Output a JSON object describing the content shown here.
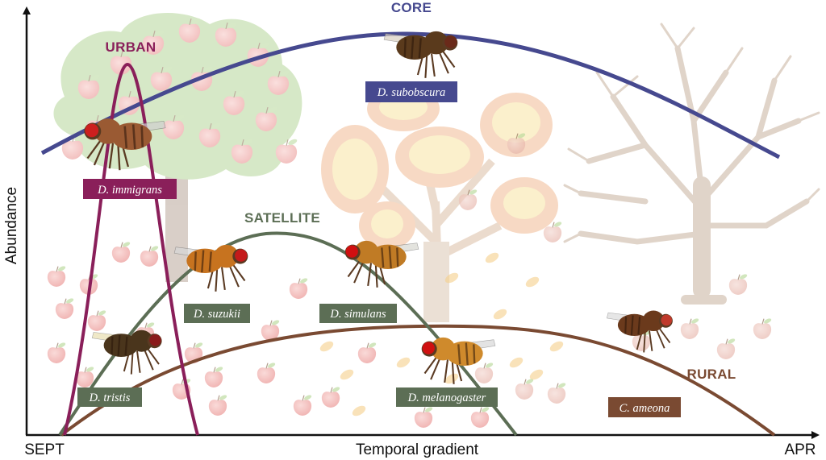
{
  "axes": {
    "y_label": "Abundance",
    "x_label": "Temporal gradient",
    "x_start_label": "SEPT",
    "x_end_label": "APR"
  },
  "colors": {
    "core": "#46498f",
    "urban": "#8a1f5a",
    "satellite": "#5c6e55",
    "rural": "#7a4a32",
    "axis": "#111111"
  },
  "groups": [
    {
      "key": "urban",
      "label": "URBAN"
    },
    {
      "key": "core",
      "label": "CORE"
    },
    {
      "key": "satellite",
      "label": "SATELLITE"
    },
    {
      "key": "rural",
      "label": "RURAL"
    }
  ],
  "species": [
    {
      "name": "D. immigrans",
      "group": "urban"
    },
    {
      "name": "D. subobscura",
      "group": "core"
    },
    {
      "name": "D. suzukii",
      "group": "satellite"
    },
    {
      "name": "D. simulans",
      "group": "satellite"
    },
    {
      "name": "D. tristis",
      "group": "satellite"
    },
    {
      "name": "D. melanogaster",
      "group": "satellite"
    },
    {
      "name": "C. ameona",
      "group": "rural"
    }
  ],
  "background_scenes": [
    {
      "name": "apple tree with fruit",
      "season": "autumn-early"
    },
    {
      "name": "yellowing tree with falling leaves",
      "season": "autumn-late"
    },
    {
      "name": "bare tree",
      "season": "winter"
    }
  ]
}
